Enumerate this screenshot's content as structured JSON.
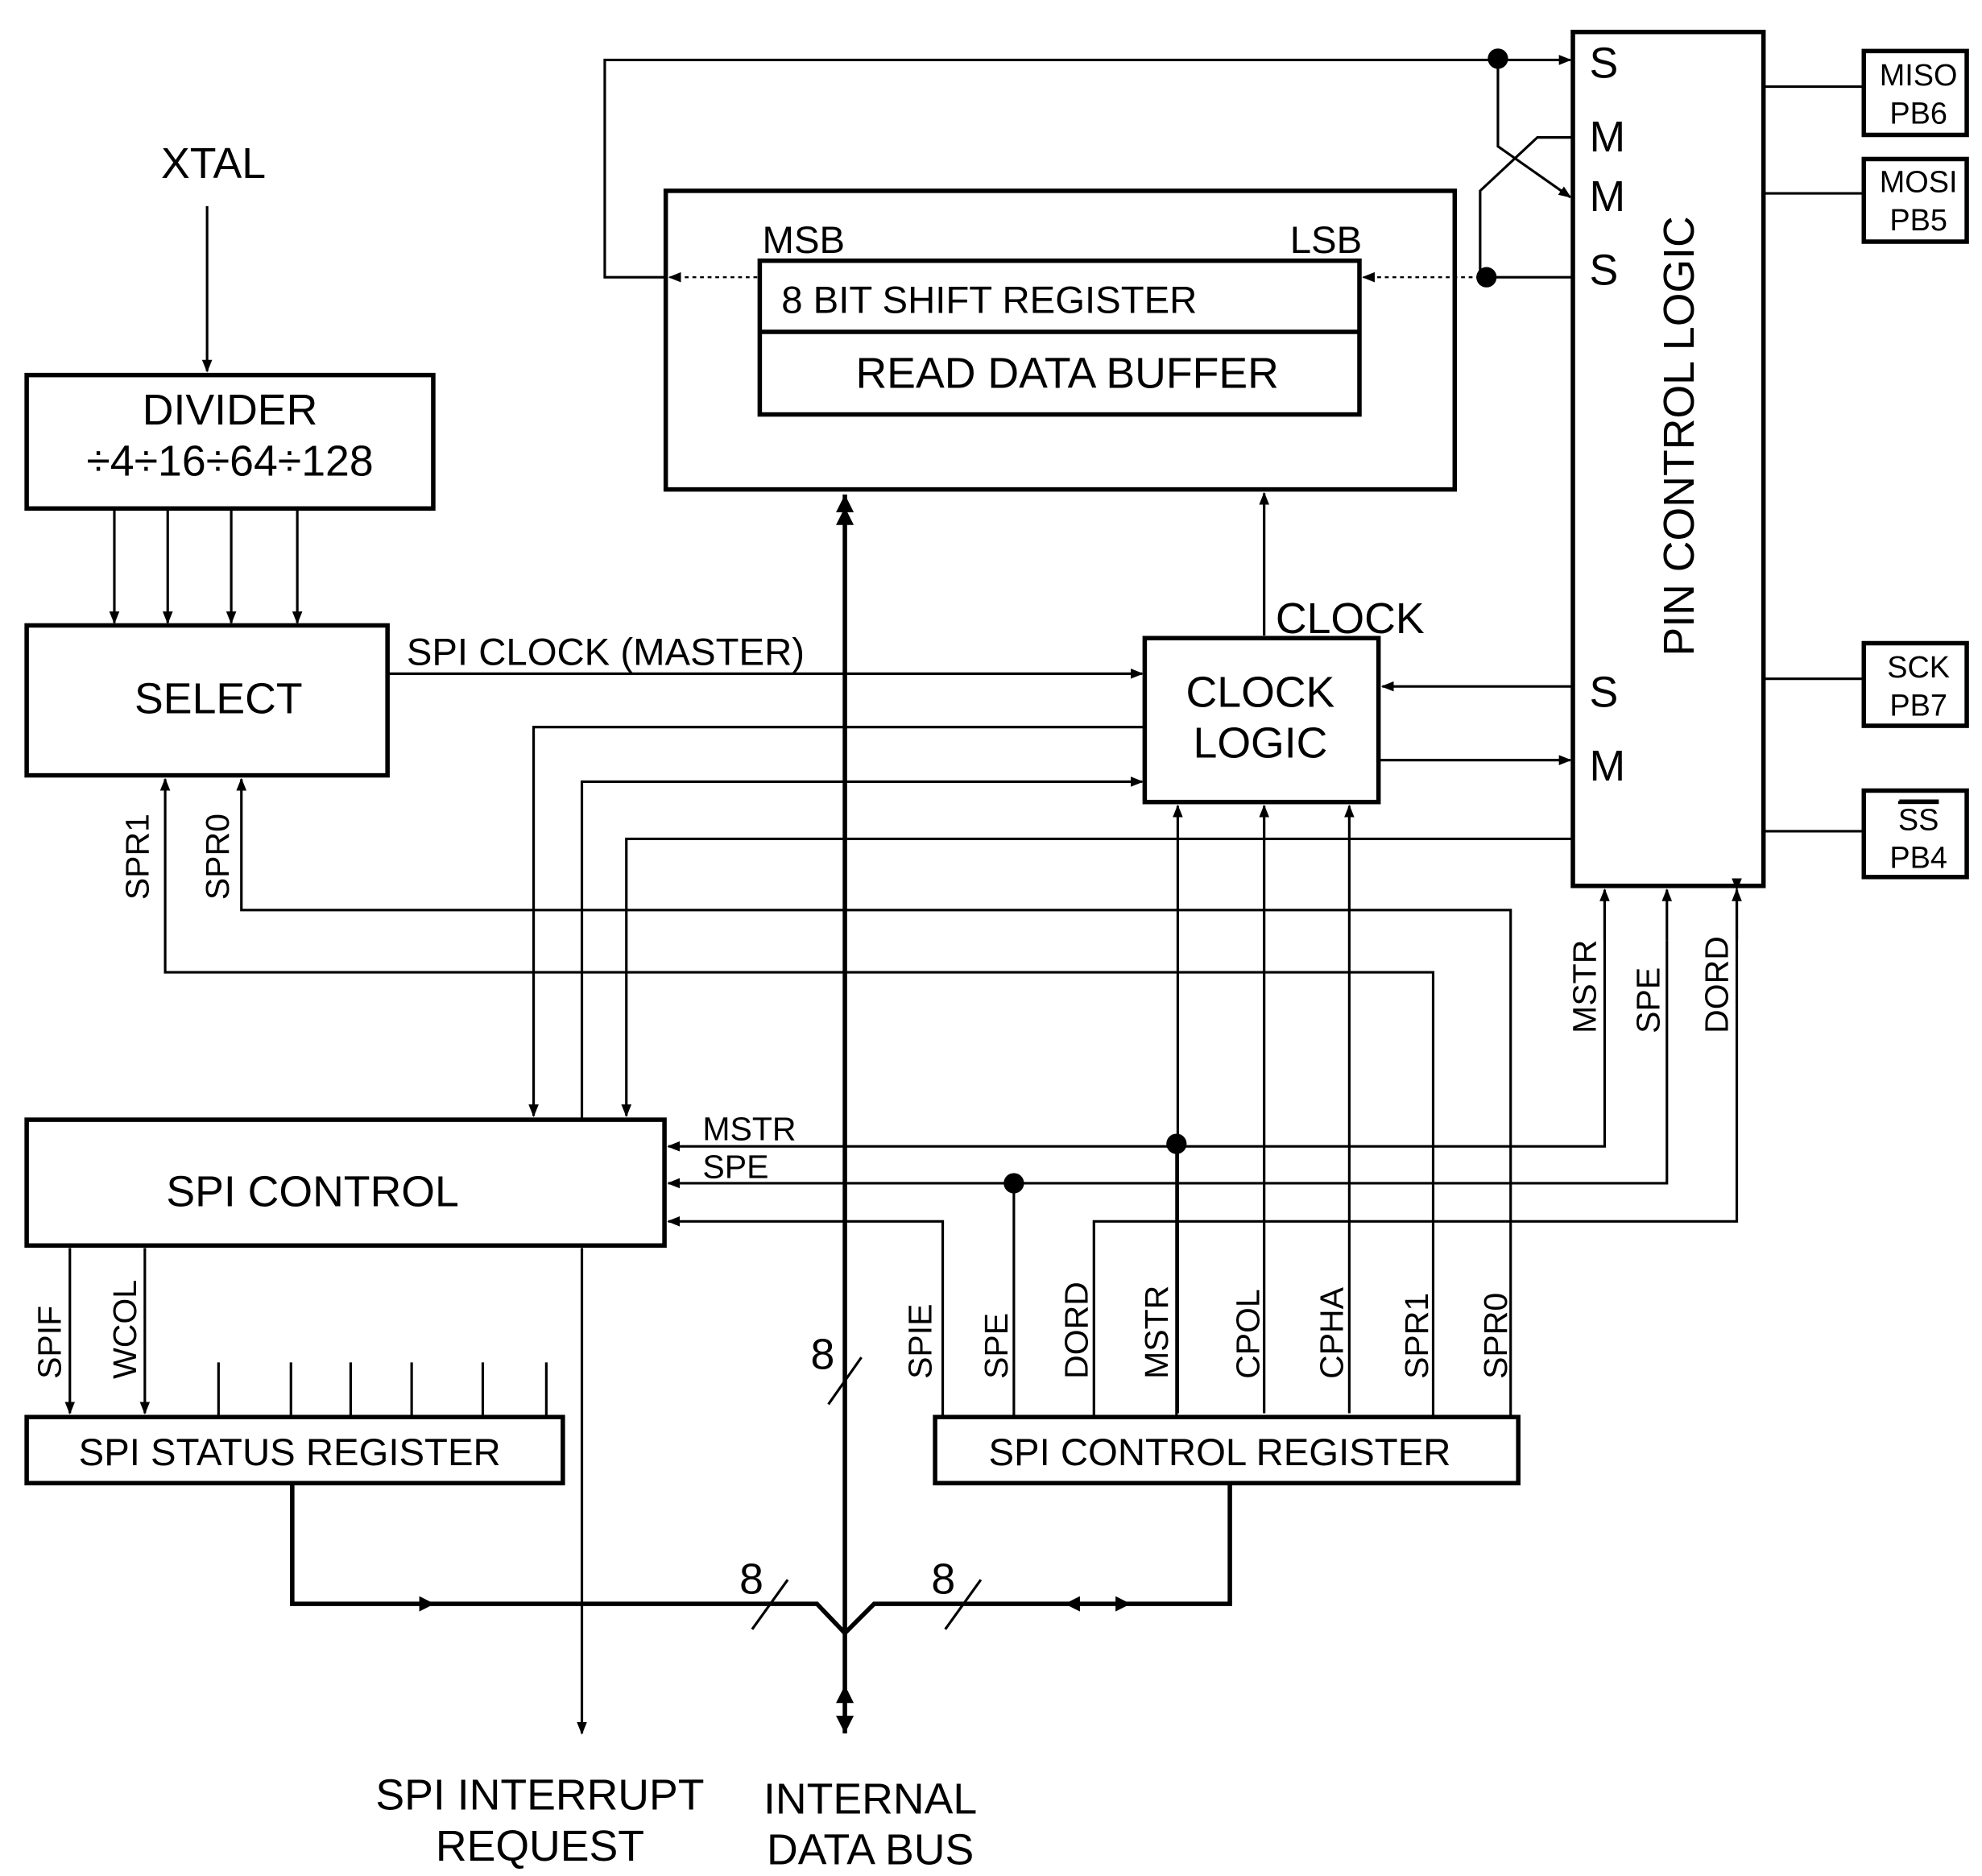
{
  "xtal": "XTAL",
  "divider": {
    "title": "DIVIDER",
    "ratios": "÷4÷16÷64÷128"
  },
  "select": "SELECT",
  "spi_clock_master": "SPI CLOCK (MASTER)",
  "shift": {
    "msb": "MSB",
    "lsb": "LSB",
    "register": "8 BIT SHIFT REGISTER",
    "buffer": "READ DATA BUFFER"
  },
  "clock_label": "CLOCK",
  "clock_logic": {
    "line1": "CLOCK",
    "line2": "LOGIC"
  },
  "pin_control": {
    "title": "PIN CONTROL LOGIC",
    "ports": [
      "S",
      "M",
      "M",
      "S",
      "S",
      "M"
    ]
  },
  "pins": [
    {
      "name": "MISO",
      "port": "PB6"
    },
    {
      "name": "MOSI",
      "port": "PB5"
    },
    {
      "name": "SCK",
      "port": "PB7"
    },
    {
      "name": "SS",
      "port": "PB4"
    }
  ],
  "select_inputs": [
    "SPR1",
    "SPR0"
  ],
  "pin_inputs": [
    "MSTR",
    "SPE",
    "DORD"
  ],
  "spi_control": {
    "title": "SPI CONTROL",
    "inputs": [
      "MSTR",
      "SPE"
    ],
    "outputs": [
      "SPIF",
      "WCOL"
    ]
  },
  "status_register": "SPI STATUS REGISTER",
  "control_register": {
    "title": "SPI CONTROL REGISTER",
    "bits": [
      "SPIE",
      "SPE",
      "DORD",
      "MSTR",
      "CPOL",
      "CPHA",
      "SPR1",
      "SPR0"
    ]
  },
  "bus_width": "8",
  "interrupt": {
    "line1": "SPI INTERRUPT",
    "line2": "REQUEST"
  },
  "data_bus": {
    "line1": "INTERNAL",
    "line2": "DATA BUS"
  }
}
